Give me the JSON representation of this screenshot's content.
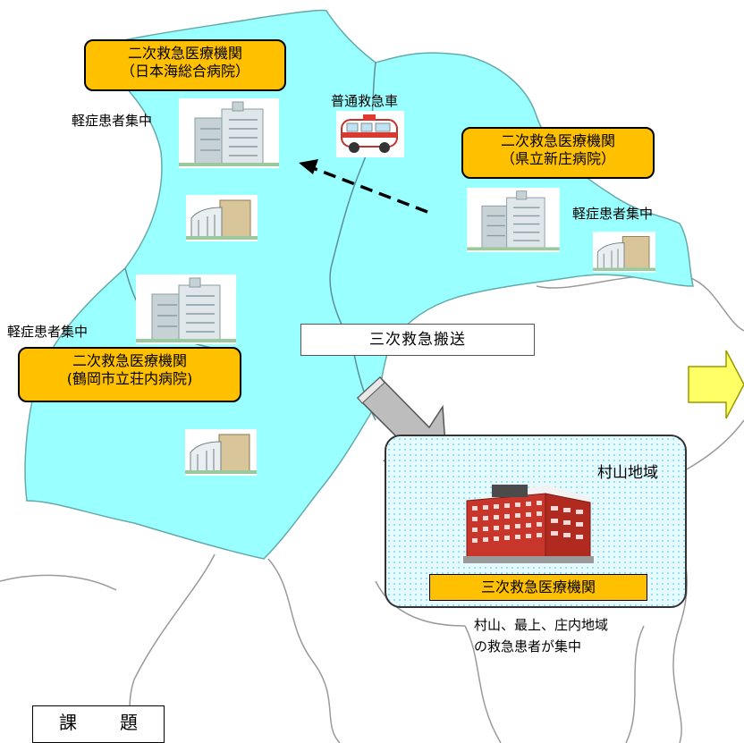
{
  "secondary_hospitals": [
    {
      "line1": "二次救急医療機関",
      "line2": "（日本海総合病院）"
    },
    {
      "line1": "二次救急医療機関",
      "line2": "（県立新庄病院）"
    },
    {
      "line1": "二次救急医療機関",
      "line2": "(鶴岡市立荘内病院)"
    }
  ],
  "mild_patient_labels": [
    "軽症患者集中",
    "軽症患者集中",
    "軽症患者集中"
  ],
  "ambulance_label": "普通救急車",
  "transport_label": "三次救急搬送",
  "tertiary_region": {
    "region_name": "村山地域",
    "facility_label": "三次救急医療機関",
    "note_line1": "村山、最上、庄内地域",
    "note_line2": "の救急患者が集中"
  },
  "issue_label": "課　題",
  "colors": {
    "region_fill": "#99ffff",
    "label_fill": "#ffc000",
    "arrow_yellow": "#ffff66",
    "tertiary_building": "#c8352a"
  },
  "icons": [
    "hospital-building-icon",
    "clinic-icon",
    "ambulance-icon",
    "tertiary-hospital-icon",
    "right-arrow-icon",
    "dashed-arrow-icon",
    "transfer-arrow-icon"
  ]
}
